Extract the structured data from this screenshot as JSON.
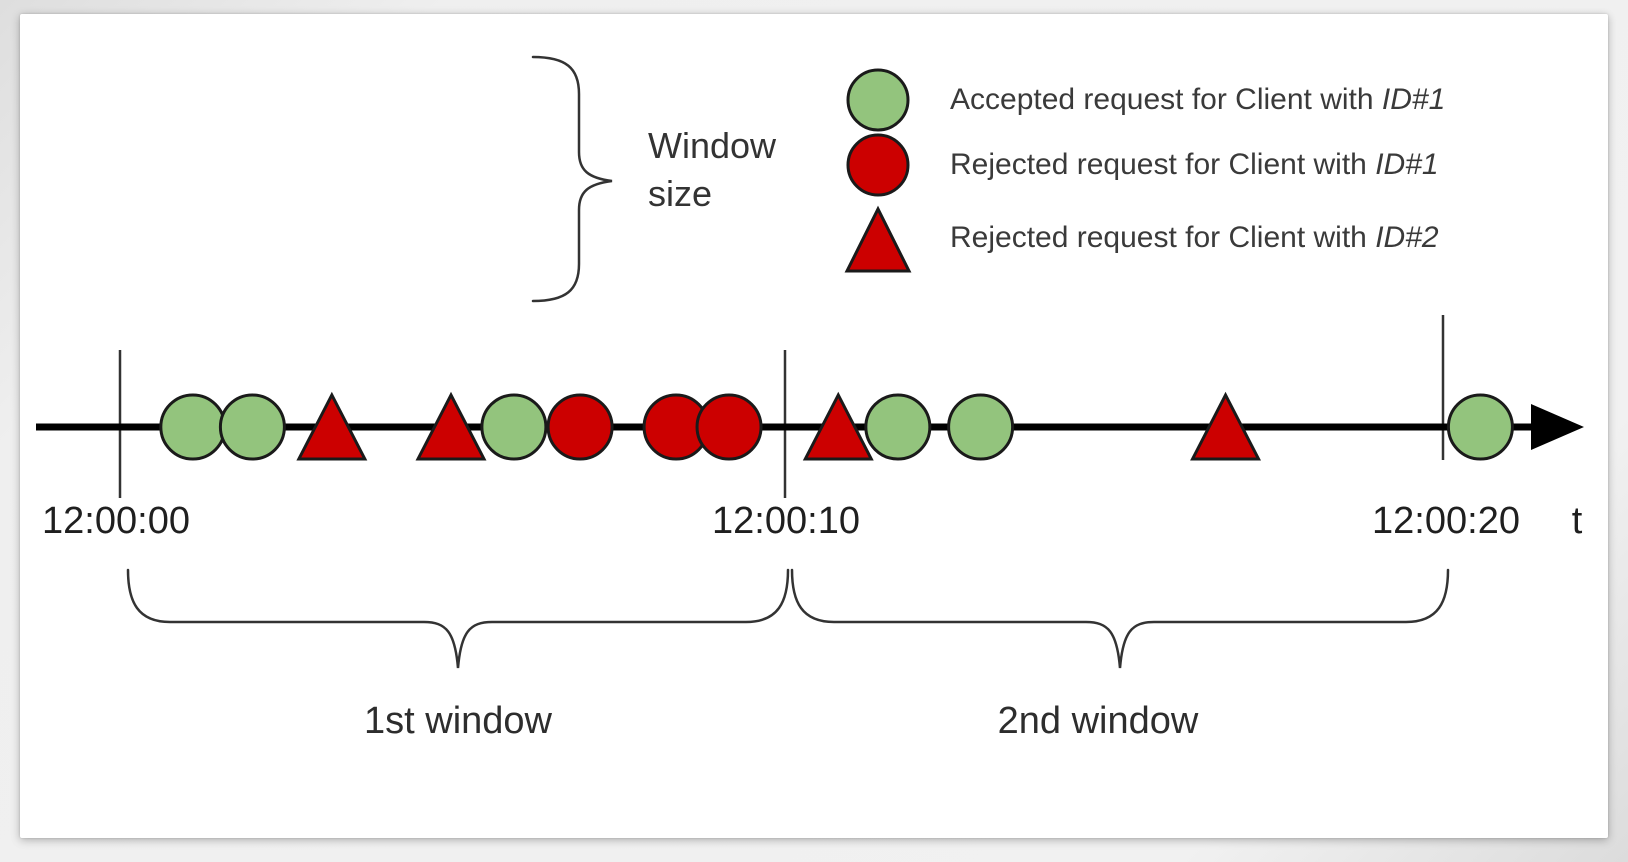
{
  "colors": {
    "accepted_green": "#93c47d",
    "rejected_red": "#cc0000",
    "shape_outline": "#1a1a1a",
    "axis_black": "#000000",
    "annotation_gray": "#333333"
  },
  "window_size_label": {
    "line1": "Window",
    "line2": "size"
  },
  "legend": {
    "items": [
      {
        "symbol": "accepted-circle",
        "text": "Accepted request for Client with ",
        "client_id": "ID#1"
      },
      {
        "symbol": "rejected-circle",
        "text": "Rejected request for Client with ",
        "client_id": "ID#1"
      },
      {
        "symbol": "rejected-triangle",
        "text": "Rejected request for Client with ",
        "client_id": "ID#2"
      }
    ]
  },
  "axis": {
    "tick_labels": [
      "12:00:00",
      "12:00:10",
      "12:00:20"
    ],
    "variable": "t"
  },
  "windows": {
    "first_label": "1st window",
    "second_label": "2nd window"
  },
  "timeline": {
    "markers": [
      {
        "shape": "circle",
        "status": "accepted",
        "client": "ID#1",
        "t_seconds": 1.1
      },
      {
        "shape": "circle",
        "status": "accepted",
        "client": "ID#1",
        "t_seconds": 2.0
      },
      {
        "shape": "triangle",
        "status": "rejected",
        "client": "ID#2",
        "t_seconds": 3.2
      },
      {
        "shape": "triangle",
        "status": "rejected",
        "client": "ID#2",
        "t_seconds": 5.0
      },
      {
        "shape": "circle",
        "status": "accepted",
        "client": "ID#1",
        "t_seconds": 5.95
      },
      {
        "shape": "circle",
        "status": "rejected",
        "client": "ID#1",
        "t_seconds": 6.95
      },
      {
        "shape": "circle",
        "status": "rejected",
        "client": "ID#1",
        "t_seconds": 8.4
      },
      {
        "shape": "circle",
        "status": "rejected",
        "client": "ID#1",
        "t_seconds": 9.2
      },
      {
        "shape": "triangle",
        "status": "rejected",
        "client": "ID#2",
        "t_seconds": 10.85
      },
      {
        "shape": "circle",
        "status": "accepted",
        "client": "ID#1",
        "t_seconds": 11.75
      },
      {
        "shape": "circle",
        "status": "accepted",
        "client": "ID#1",
        "t_seconds": 13.0
      },
      {
        "shape": "triangle",
        "status": "rejected",
        "client": "ID#2",
        "t_seconds": 16.7
      },
      {
        "shape": "circle",
        "status": "accepted",
        "client": "ID#1",
        "t_seconds": 20.55
      }
    ]
  }
}
